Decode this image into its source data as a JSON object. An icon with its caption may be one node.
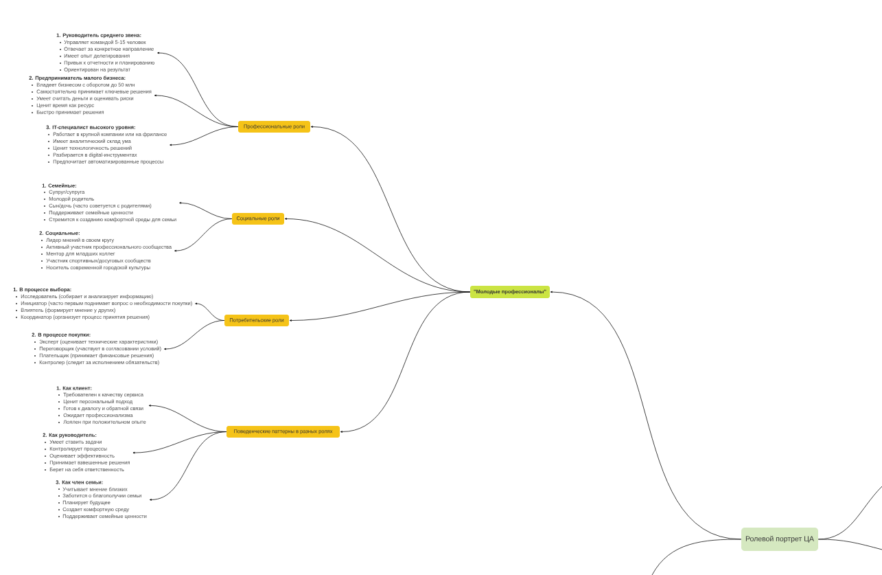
{
  "diagram": {
    "nodes": [
      {
        "text": [
          "Ролевой портрет ЦА"
        ]
      },
      {
        "text": [
          "\"Молодые профессионалы\""
        ]
      },
      {
        "text": [
          "Профессиональные роли"
        ]
      },
      {
        "text": [
          "Социальные роли"
        ]
      },
      {
        "text": [
          "Потребительские роли"
        ]
      },
      {
        "text": [
          "Поведенческие паттерны в разных ролях"
        ]
      },
      {
        "text": [
          "1. Руководитель среднего звена:",
          "Управляет командой 5-15 человек",
          "Отвечает за конкретное направление",
          "Имеет опыт делегирования",
          "Привык к отчетности и планированию",
          "Ориентирован на результат"
        ]
      },
      {
        "text": [
          "2. Предприниматель малого бизнеса:",
          "Владеет бизнесом с оборотом до 50 млн",
          "Самостоятельно принимает ключевые решения",
          "Умеет считать деньги и оценивать риски",
          "Ценит время как ресурс",
          "Быстро принимает решения"
        ]
      },
      {
        "text": [
          "3. IT-специалист высокого уровня:",
          "Работает в крупной компании или на фрилансе",
          "Имеет аналитический склад ума",
          "Ценит технологичность решений",
          "Разбирается в digital-инструментах",
          "Предпочитает автоматизированные процессы"
        ]
      },
      {
        "text": [
          "1. Семейные:",
          "Супруг/супруга",
          "Молодой родитель",
          "Сын/дочь (часто советуется с родителями)",
          "Поддерживает семейные ценности",
          "Стремится к созданию комфортной среды для семьи"
        ]
      },
      {
        "text": [
          "2. Социальные:",
          "Лидер мнений в своем кругу",
          "Активный участник профессионального сообщества",
          "Ментор для младших коллег",
          "Участник спортивных/досуговых сообществ",
          "Носитель современной городской культуры"
        ]
      },
      {
        "text": [
          "1. В процессе выбора:",
          "Исследователь (собирает и анализирует информацию)",
          "Инициатор (часто первым поднимает вопрос о необходимости покупки)",
          "Влиятель (формирует мнение у других)",
          "Координатор (организует процесс принятия решения)"
        ]
      },
      {
        "text": [
          "2. В процессе покупки:",
          "Эксперт (оценивает технические характеристики)",
          "Переговорщик (участвует в согласовании условий)",
          "Плательщик (принимает финансовые решения)",
          "Контролер (следит за исполнением обязательств)"
        ]
      },
      {
        "text": [
          "1. Как клиент:",
          "Требователен к качеству сервиса",
          "Ценит персональный подход",
          "Готов к диалогу и обратной связи",
          "Ожидает профессионализма",
          "Лоялен при положительном опыте"
        ]
      },
      {
        "text": [
          "2. Как руководитель:",
          "Умеет ставить задачи",
          "Контролирует процессы",
          "Оценивает эффективность",
          "Принимает взвешенные решения",
          "Берет на себя ответственность"
        ]
      },
      {
        "text": [
          "3. Как член семьи:",
          "Учитывает мнение близких",
          "Заботится о благополучии семьи",
          "Планирует будущее",
          "Создает комфортную среду",
          "Поддерживает семейные ценности"
        ]
      }
    ],
    "edges": [
      {
        "from": 0,
        "to": 1,
        "arrow": "to"
      },
      {
        "from": 1,
        "to": 2,
        "arrow": "to"
      },
      {
        "from": 1,
        "to": 3,
        "arrow": "to"
      },
      {
        "from": 1,
        "to": 4,
        "arrow": "to"
      },
      {
        "from": 1,
        "to": 5,
        "arrow": "to"
      },
      {
        "from": 2,
        "to": 6,
        "arrow": "to"
      },
      {
        "from": 2,
        "to": 7,
        "arrow": "to"
      },
      {
        "from": 2,
        "to": 8,
        "arrow": "to"
      },
      {
        "from": 3,
        "to": 9,
        "arrow": "to"
      },
      {
        "from": 3,
        "to": 10,
        "arrow": "to"
      },
      {
        "from": 4,
        "to": 11,
        "arrow": "to"
      },
      {
        "from": 4,
        "to": 12,
        "arrow": "to"
      },
      {
        "from": 5,
        "to": 13,
        "arrow": "to"
      },
      {
        "from": 5,
        "to": 14,
        "arrow": "to"
      },
      {
        "from": 5,
        "to": 15,
        "arrow": "to"
      },
      {
        "from": 0,
        "to": null,
        "arrow": "none"
      },
      {
        "from": 0,
        "to": null,
        "arrow": "none"
      },
      {
        "from": 0,
        "to": null,
        "arrow": "none"
      }
    ]
  }
}
